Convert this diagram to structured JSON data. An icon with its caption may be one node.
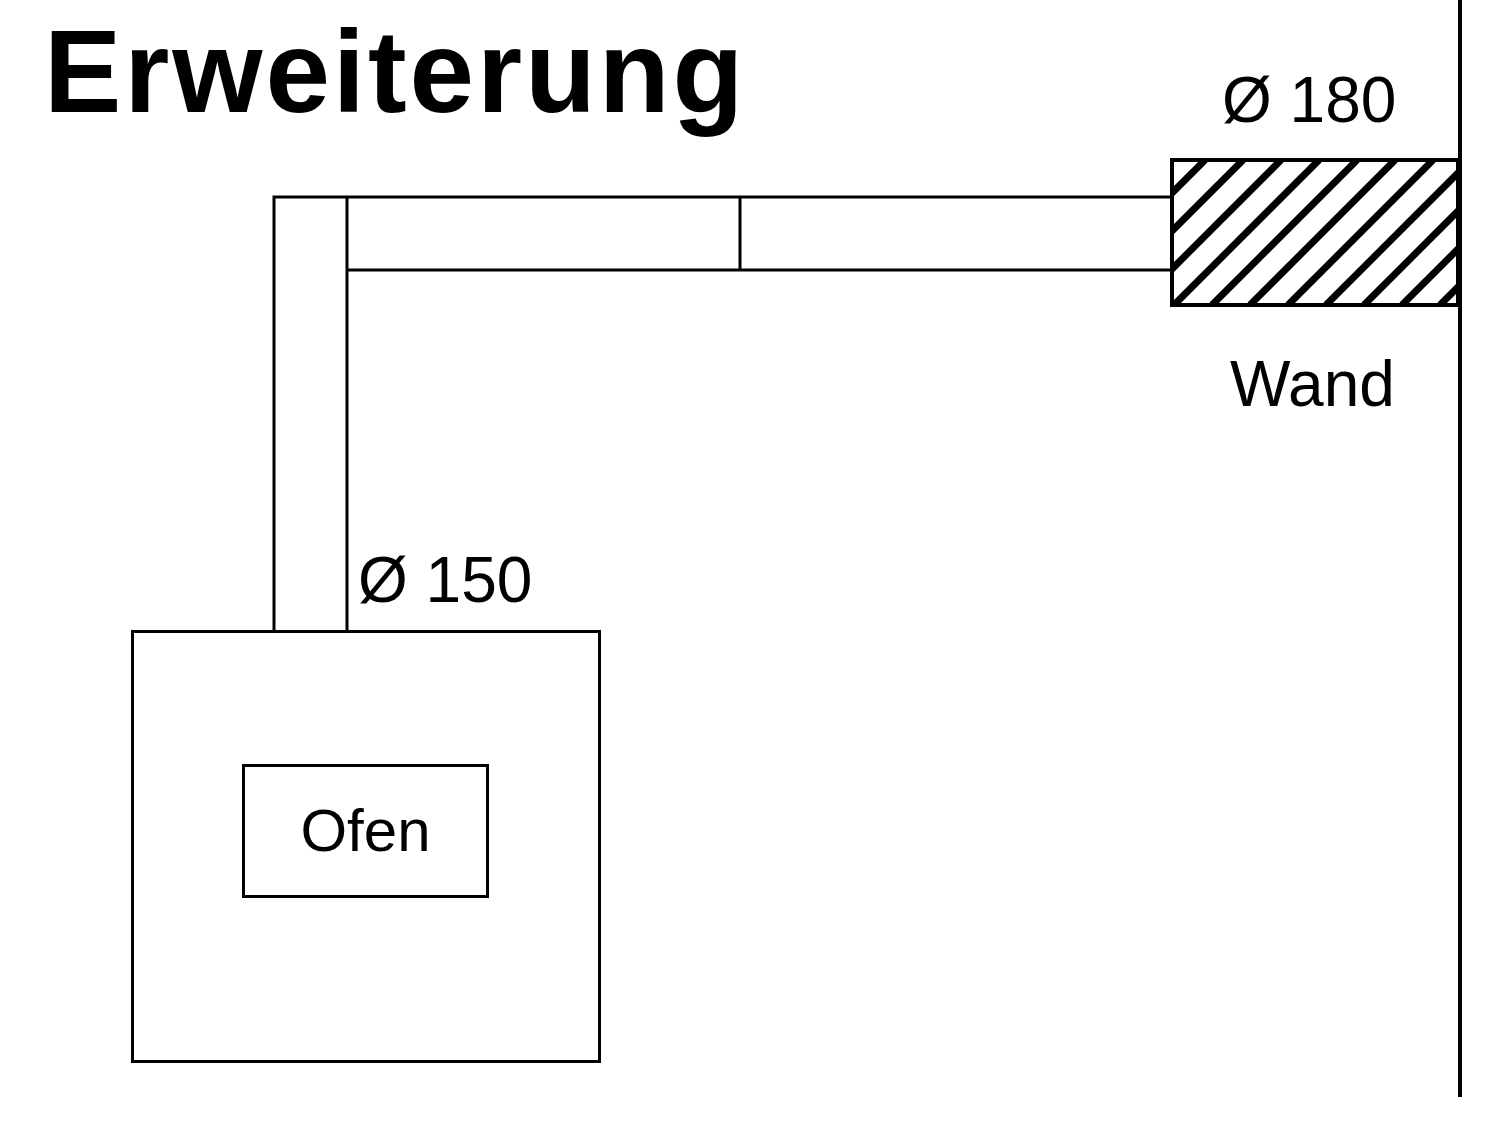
{
  "diagram": {
    "title": "Erweiterung",
    "nodes": [
      {
        "text": [],
        "shape": "box"
      },
      {
        "text": [
          "Ofen"
        ],
        "in": 0
      }
    ],
    "labels": [
      "Ø 180",
      "Wand",
      "Ø 150"
    ]
  }
}
